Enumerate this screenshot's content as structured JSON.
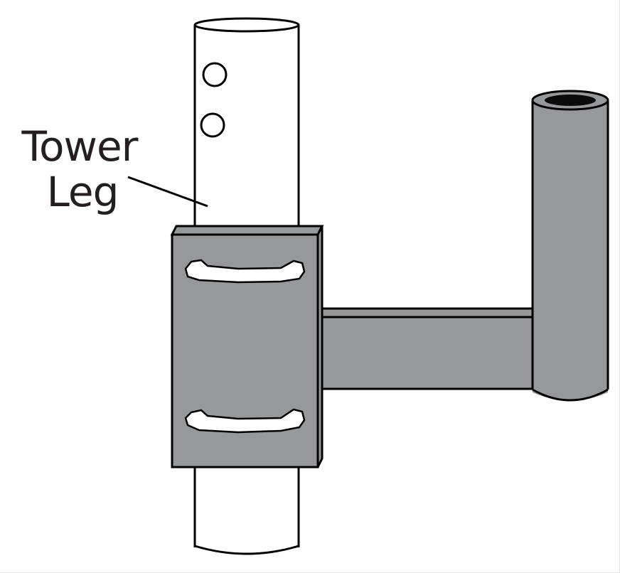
{
  "diagram": {
    "label": {
      "line1": "Tower",
      "line2": "Leg"
    },
    "colors": {
      "background": "#ffffff",
      "stroke": "#000000",
      "metal_fill": "#97989a",
      "tower_fill": "#ffffff",
      "slot_fill": "#ffffff",
      "text": "#231f20",
      "pipe_bore": "#0a0a0a"
    },
    "components": [
      "tower-leg",
      "mounting-plate",
      "horizontal-arm",
      "vertical-mount-pipe"
    ]
  }
}
